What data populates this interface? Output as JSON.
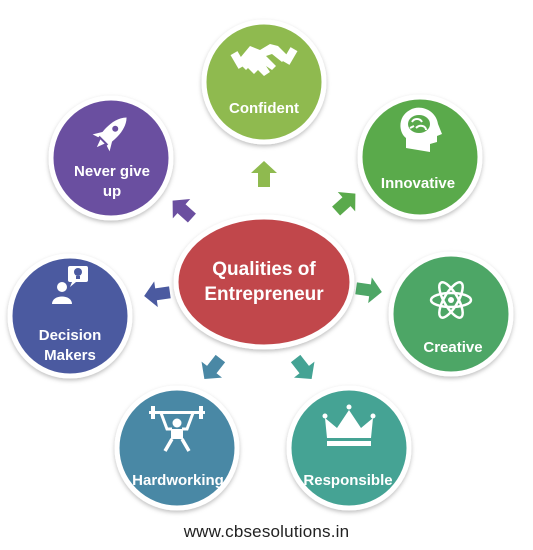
{
  "center": {
    "line1": "Qualities of",
    "line2": "Entrepreneur",
    "color": "#c1474b"
  },
  "nodes": [
    {
      "key": "confident",
      "line1": "Confident",
      "line2": "",
      "icon": "handshake-icon",
      "color": "#8fba4f"
    },
    {
      "key": "innovative",
      "line1": "Innovative",
      "line2": "",
      "icon": "brain-head-icon",
      "color": "#5aaa4c"
    },
    {
      "key": "creative",
      "line1": "Creative",
      "line2": "",
      "icon": "atom-icon",
      "color": "#4ea666"
    },
    {
      "key": "responsible",
      "line1": "Responsible",
      "line2": "",
      "icon": "crown-icon",
      "color": "#44a394"
    },
    {
      "key": "hardworking",
      "line1": "Hardworking",
      "line2": "",
      "icon": "weightlifter-icon",
      "color": "#4a88a5"
    },
    {
      "key": "decision",
      "line1": "Decision",
      "line2": "Makers",
      "icon": "person-lightbulb-icon",
      "color": "#4b5aa0"
    },
    {
      "key": "nevergiveup",
      "line1": "Never give",
      "line2": "up",
      "icon": "rocket-icon",
      "color": "#6b4fa0"
    }
  ],
  "footer": {
    "text": "www.cbsesolutions.in"
  }
}
